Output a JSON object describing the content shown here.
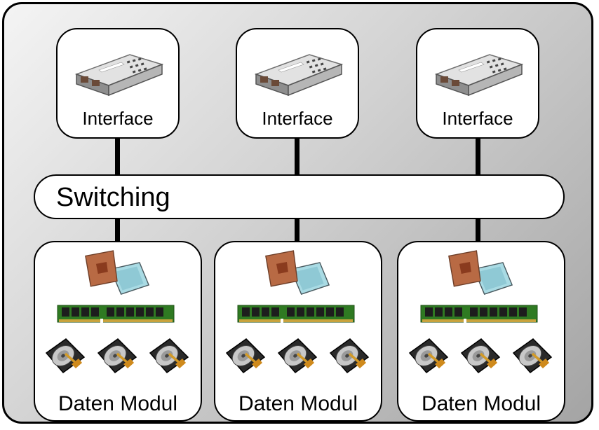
{
  "interfaces": [
    {
      "label": "Interface",
      "icon": "transceiver-module-icon"
    },
    {
      "label": "Interface",
      "icon": "transceiver-module-icon"
    },
    {
      "label": "Interface",
      "icon": "transceiver-module-icon"
    }
  ],
  "switch": {
    "label": "Switching"
  },
  "modules": [
    {
      "label": "Daten Modul",
      "icons": [
        "cpu-chip-icon",
        "ram-module-icon",
        "hard-disk-icon"
      ]
    },
    {
      "label": "Daten Modul",
      "icons": [
        "cpu-chip-icon",
        "ram-module-icon",
        "hard-disk-icon"
      ]
    },
    {
      "label": "Daten Modul",
      "icons": [
        "cpu-chip-icon",
        "ram-module-icon",
        "hard-disk-icon"
      ]
    }
  ],
  "colors": {
    "frame_border": "#000000",
    "node_fill": "#ffffff",
    "connector": "#000000",
    "ram_board": "#2f7a22",
    "cpu_die": "#b86a44"
  }
}
